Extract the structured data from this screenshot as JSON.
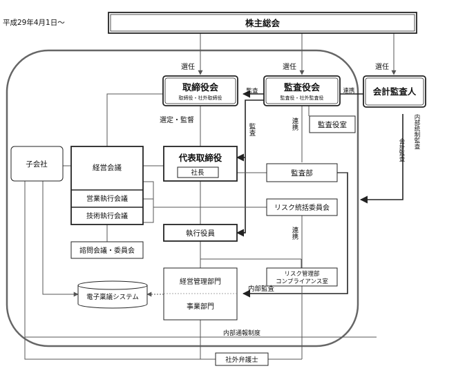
{
  "date_note": "平成29年4月1日～",
  "nodes": {
    "shareholders": "株主総会",
    "board": "取締役会",
    "board_sub": "取締役・社外取締役",
    "auditors": "監査役会",
    "auditors_sub": "監査役・社外監査役",
    "accounting_auditor": "会計監査人",
    "auditor_office": "監査役室",
    "representative": "代表取締役",
    "president": "社長",
    "subsidiary": "子会社",
    "mgmt_meeting": "経営会議",
    "sales_meeting": "営業執行会議",
    "tech_meeting": "技術執行会議",
    "advisory": "諮問会議・委員会",
    "executive_officers": "執行役員",
    "audit_dept": "監査部",
    "risk_committee": "リスク統括委員会",
    "risk_dept_line1": "リスク管理部",
    "risk_dept_line2": "コンプライアンス室",
    "admin_dept": "経営管理部門",
    "business_dept": "事業部門",
    "e_approval": "電子稟議システム",
    "whistleblower": "内部通報制度",
    "external_lawyer": "社外弁護士"
  },
  "labels": {
    "elect1": "選任",
    "elect2": "選任",
    "elect3": "選任",
    "audit_h": "監査",
    "audit_v": "監査",
    "coop_h": "連携",
    "coop_v1": "連携",
    "coop_v2": "連携",
    "select_supervise": "選定・監督",
    "internal_control_audit": "内部統制監査",
    "accounting_audit": "会計監査",
    "internal_audit": "内部監査"
  }
}
